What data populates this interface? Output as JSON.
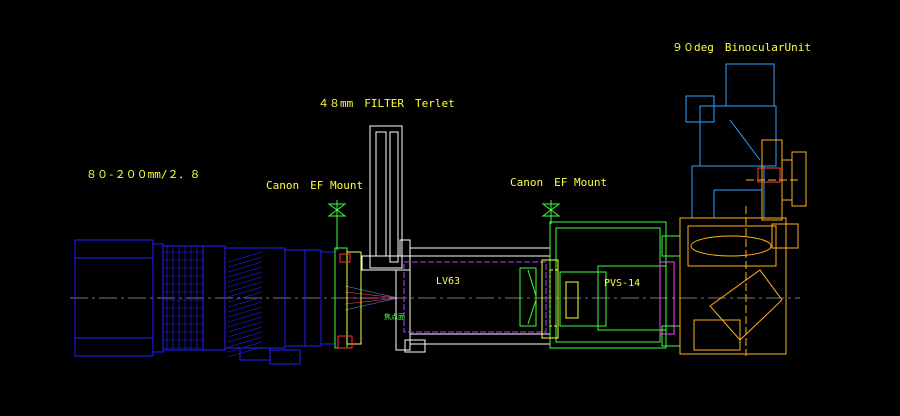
{
  "labels": {
    "binocular": "９０deg　BinocularUnit",
    "filter": "４８mm　FILTER　Terlet",
    "lens": "８０-２００mm/２．８",
    "mount_left": "Canon　EF Mount",
    "mount_right": "Canon　EF Mount",
    "lv63": "LV63",
    "pvs": "PVS-14",
    "focal_mark": "焦点面"
  },
  "colors": {
    "background": "#000000",
    "lens_blue": "#2020ff",
    "text_yellow": "#ffff40",
    "mount_green": "#40ff40",
    "binocular_blue": "#30a0ff",
    "binocular_orange": "#ffb020",
    "filter_white": "#ffffff",
    "lv63_purple": "#b040ff",
    "axis_gray": "#a0a0a0"
  }
}
